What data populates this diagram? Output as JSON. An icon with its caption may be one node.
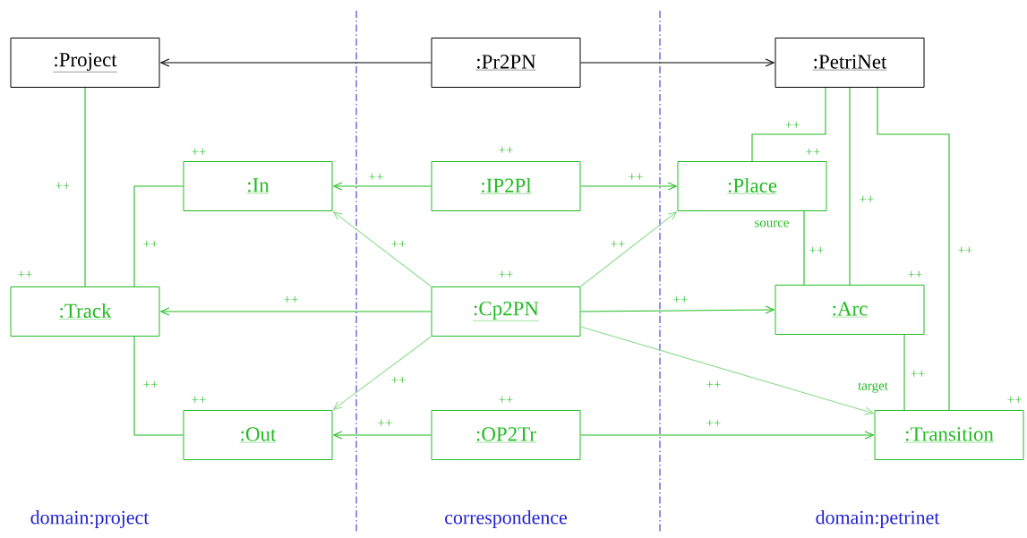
{
  "diagram": {
    "nodes": [
      {
        "text": [
          ":Project"
        ]
      },
      {
        "text": [
          ":Pr2PN"
        ]
      },
      {
        "text": [
          ":PetriNet"
        ]
      },
      {
        "text": [
          ":In"
        ],
        "beside": [
          "++"
        ]
      },
      {
        "text": [
          ":IP2Pl"
        ],
        "beside": [
          "++"
        ]
      },
      {
        "text": [
          ":Place"
        ],
        "beside": [
          "++"
        ]
      },
      {
        "text": [
          ":Track"
        ],
        "beside": [
          "++"
        ]
      },
      {
        "text": [
          ":Cp2PN"
        ],
        "beside": [
          "++"
        ]
      },
      {
        "text": [
          ":Arc"
        ],
        "beside": [
          "++"
        ]
      },
      {
        "text": [
          ":Out"
        ],
        "beside": [
          "++"
        ]
      },
      {
        "text": [
          ":OP2Tr"
        ],
        "beside": [
          "++"
        ]
      },
      {
        "text": [
          ":Transition"
        ],
        "beside": [
          "++"
        ]
      }
    ],
    "edges": [
      {
        "from": 1,
        "to": 0,
        "arrow": "to",
        "color": "#000000"
      },
      {
        "from": 1,
        "to": 2,
        "arrow": "to",
        "color": "#000000"
      },
      {
        "from": 0,
        "to": 6,
        "arrow": "none",
        "label": "++"
      },
      {
        "from": 2,
        "to": 5,
        "arrow": "none",
        "label": "++"
      },
      {
        "from": 2,
        "to": 8,
        "arrow": "none",
        "label": "++"
      },
      {
        "from": 2,
        "to": 11,
        "arrow": "none",
        "label": "++"
      },
      {
        "from": 6,
        "to": 3,
        "arrow": "none",
        "label": "++"
      },
      {
        "from": 6,
        "to": 9,
        "arrow": "none",
        "label": "++"
      },
      {
        "from": 4,
        "to": 3,
        "arrow": "to",
        "label": "++"
      },
      {
        "from": 4,
        "to": 5,
        "arrow": "to",
        "label": "++"
      },
      {
        "from": 7,
        "to": 6,
        "arrow": "to",
        "label": "++"
      },
      {
        "from": 7,
        "to": 8,
        "arrow": "to",
        "label": "++"
      },
      {
        "from": 7,
        "to": 3,
        "arrow": "to",
        "label": "++",
        "color": "#8fdc8f"
      },
      {
        "from": 7,
        "to": 5,
        "arrow": "to",
        "label": "++",
        "color": "#8fdc8f"
      },
      {
        "from": 7,
        "to": 9,
        "arrow": "to",
        "label": "++",
        "color": "#8fdc8f"
      },
      {
        "from": 7,
        "to": 11,
        "arrow": "to",
        "label": "++",
        "color": "#8fdc8f"
      },
      {
        "from": 10,
        "to": 9,
        "arrow": "to",
        "label": "++"
      },
      {
        "from": 10,
        "to": 11,
        "arrow": "to",
        "label": "++"
      },
      {
        "from": 5,
        "to": 8,
        "arrow": "none",
        "label": "++"
      },
      {
        "from": 8,
        "to": 11,
        "arrow": "none",
        "label": "++"
      }
    ],
    "labels": [
      "source",
      "target",
      "domain:project",
      "correspondence",
      "domain:petrinet"
    ]
  }
}
